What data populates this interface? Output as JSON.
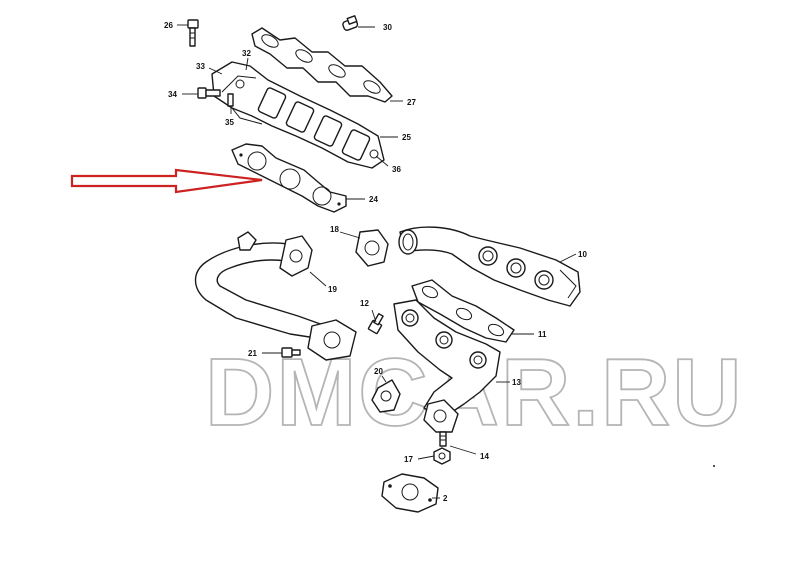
{
  "diagram": {
    "callouts": {
      "c26": "26",
      "c30": "30",
      "c32": "32",
      "c33": "33",
      "c34": "34",
      "c35": "35",
      "c27": "27",
      "c25": "25",
      "c36": "36",
      "c24": "24",
      "c18": "18",
      "c19": "19",
      "c10": "10",
      "c12": "12",
      "c11": "11",
      "c21": "21",
      "c20": "20",
      "c13": "13",
      "c17": "17",
      "c14": "14",
      "c2": "2"
    },
    "watermark": "DMCAR.RU",
    "arrow_color": "#cc2222",
    "line_color": "#1a1a1a"
  }
}
